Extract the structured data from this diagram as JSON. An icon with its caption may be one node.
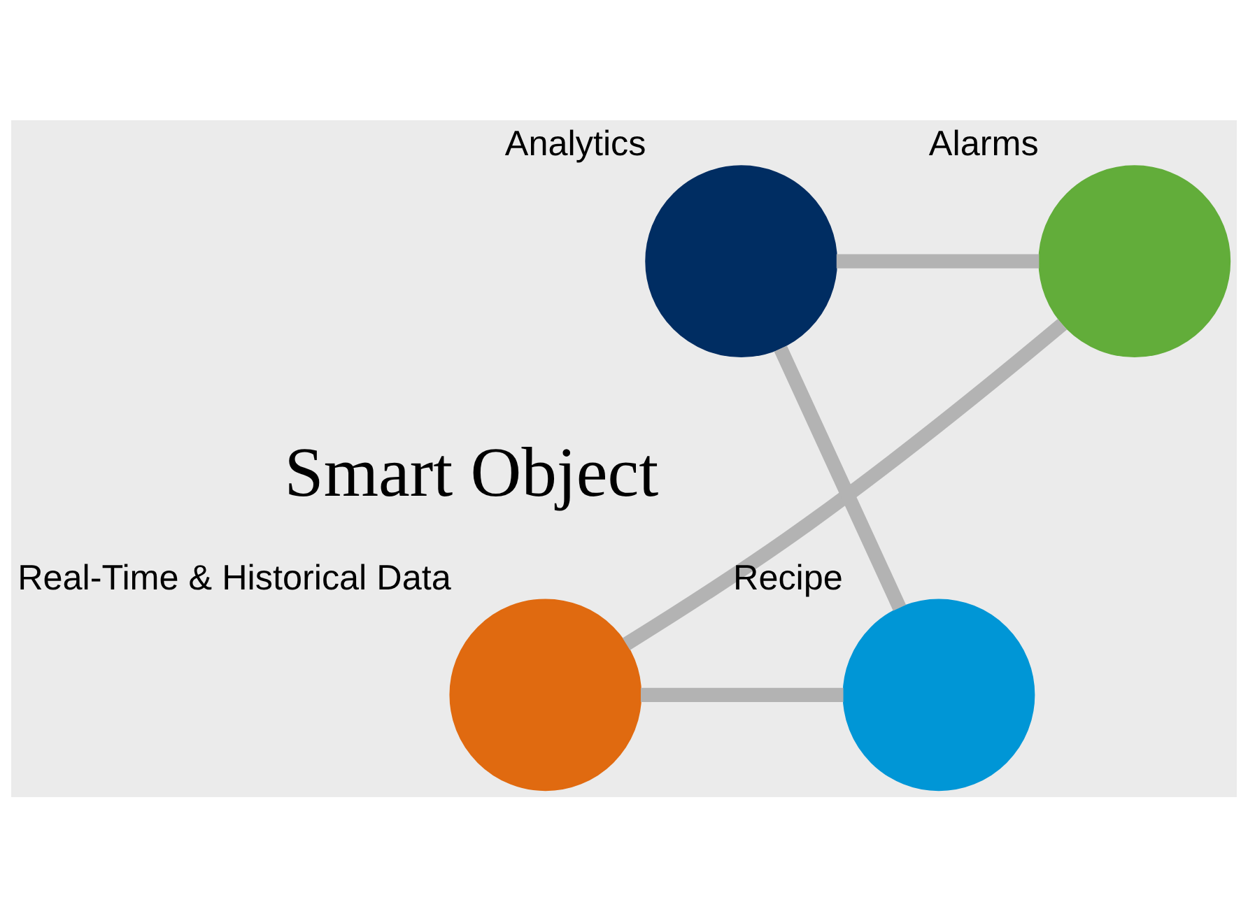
{
  "diagram": {
    "nodes": [
      {
        "text": [],
        "shape": "circle",
        "beside": [
          "Analytics"
        ]
      },
      {
        "text": [],
        "shape": "circle",
        "beside": [
          "Alarms"
        ]
      },
      {
        "text": [],
        "shape": "circle",
        "beside": [
          "Recipe"
        ]
      },
      {
        "text": [],
        "shape": "circle",
        "beside": [
          "Real-Time & Historical Data"
        ]
      }
    ],
    "edges": [
      {
        "from": 0,
        "to": 1,
        "arrow": "none"
      },
      {
        "from": 1,
        "to": 3,
        "arrow": "none"
      },
      {
        "from": 3,
        "to": 2,
        "arrow": "none"
      },
      {
        "from": 2,
        "to": 0,
        "arrow": "none"
      }
    ],
    "labels": [
      "Smart Object"
    ]
  }
}
